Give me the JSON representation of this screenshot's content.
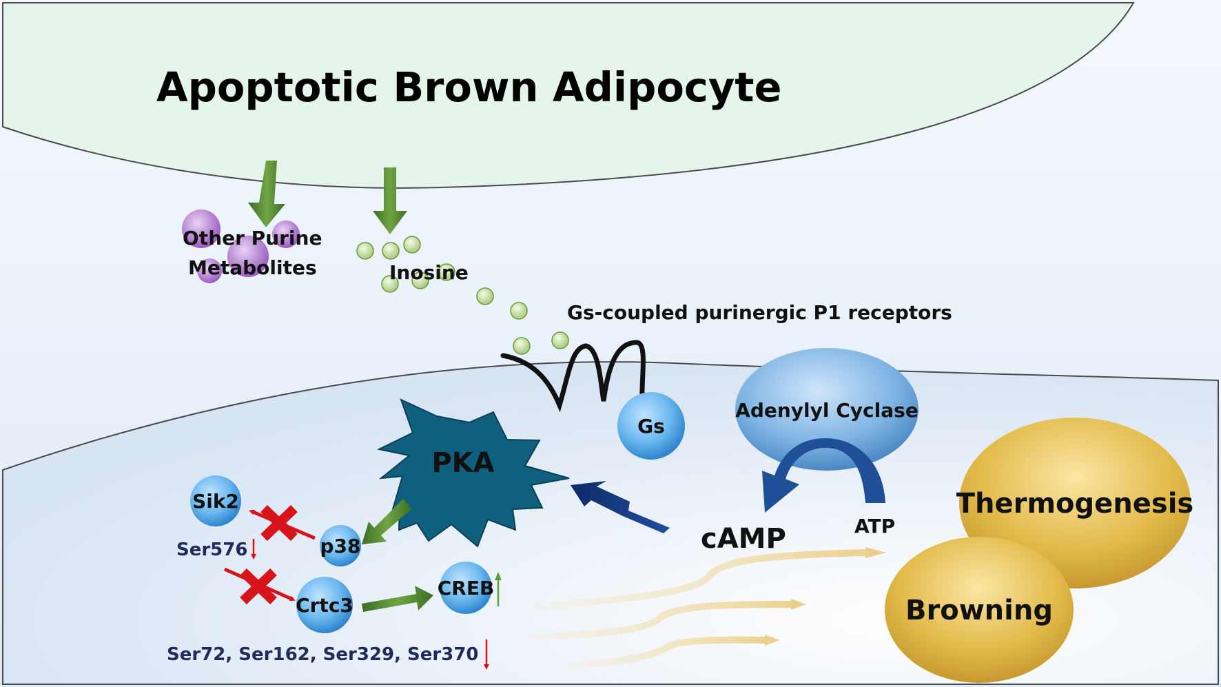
{
  "title": "Apoptotic Brown Adipocyte",
  "metabolites": {
    "other_line1": "Other Purine",
    "other_line2": "Metabolites",
    "inosine": "Inosine"
  },
  "receptor_label": "Gs-coupled purinergic P1 receptors",
  "nodes": {
    "gs": "Gs",
    "adenylyl_cyclase": "Adenylyl Cyclase",
    "pka": "PKA",
    "sik2": "Sik2",
    "p38": "p38",
    "crtc3": "Crtc3",
    "creb": "CREB",
    "camp": "cAMP",
    "atp": "ATP",
    "thermogenesis": "Thermogenesis",
    "browning": "Browning"
  },
  "sites": {
    "sik2_site": "Ser576",
    "crtc3_sites": "Ser72, Ser162, Ser329, Ser370"
  },
  "colors": {
    "apoptotic_cell": "#e6f5ec",
    "target_cell": "#e4eef9",
    "pka": "#0f5f7f",
    "node_blue": "#5aaee8",
    "outcome_gold": "#dcb13d",
    "inhibit_red": "#d8141b",
    "activate_green": "#4f8a2a"
  }
}
